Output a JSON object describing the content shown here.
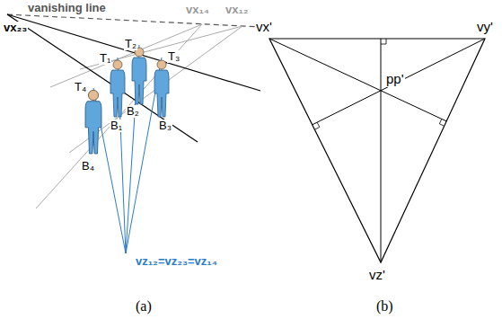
{
  "diagram": {
    "labels": [
      "vanishing line",
      "vx₁₄",
      "vx₁₂",
      "vx₂₃",
      "T₁",
      "T₂",
      "T₃",
      "T₄",
      "B₁",
      "B₂",
      "B₃",
      "B₄",
      "vz₁₂=vz₂₃=vz₁₄",
      "(a)",
      "vx'",
      "vy'",
      "pp'",
      "vz'",
      "(b)"
    ]
  }
}
